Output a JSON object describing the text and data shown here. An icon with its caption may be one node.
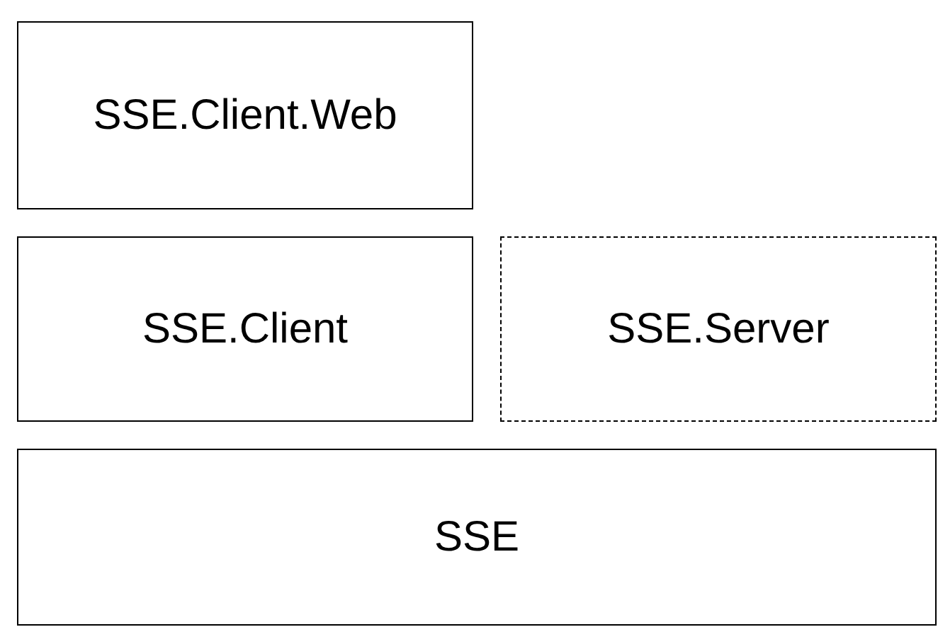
{
  "diagram": {
    "nodes": [
      {
        "text": [
          "SSE.Client.Web"
        ]
      },
      {
        "text": [
          "SSE.Client"
        ]
      },
      {
        "text": [
          "SSE.Server"
        ]
      },
      {
        "text": [
          "SSE"
        ]
      }
    ]
  }
}
